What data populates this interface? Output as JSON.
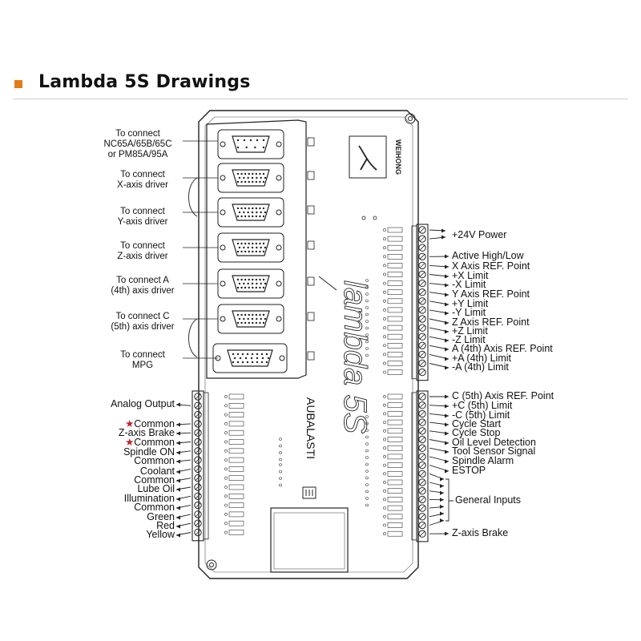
{
  "header": {
    "title": "Lambda 5S Drawings",
    "accent": "#e07b1a"
  },
  "device": {
    "side_text": "AUBALASTI",
    "model_text": "lambda 5S",
    "brand_text": "WEIHONG"
  },
  "connectors_left": [
    "To connect\nNC65A/65B/65C\nor PM85A/95A",
    "To connect\nX-axis driver",
    "To connect\nY-axis driver",
    "To connect\nZ-axis driver",
    "To connect A\n(4th) axis driver",
    "To connect C\n(5th) axis  driver",
    "To connect\nMPG"
  ],
  "outputs_left": [
    "Analog Output",
    "★Common",
    "Z-axis Brake",
    "★Common",
    "Spindle ON",
    "Common",
    "Coolant",
    "Common",
    "Lube Oil",
    "Illumination",
    "Common",
    "Green",
    "Red",
    "Yellow"
  ],
  "inputs_right_top": [
    "+24V Power",
    "Active High/Low",
    "X Axis REF. Point",
    "+X Limit",
    "-X Limit",
    "Y Axis REF. Point",
    "+Y Limit",
    "-Y Limit",
    "Z Axis REF. Point",
    "+Z Limit",
    "-Z Limit",
    "A (4th) Axis REF. Point",
    "+A (4th) Limit",
    "-A (4th) Limit"
  ],
  "inputs_right_bottom": [
    "C (5th) Axis REF. Point",
    "+C (5th) Limit",
    "-C (5th) Limit",
    "Cycle Start",
    "Cycle Stop",
    "Oil Level Detection",
    "Tool Sensor Signal",
    "Spindle Alarm",
    "ESTOP",
    "General Inputs",
    "Z-axis Brake"
  ]
}
